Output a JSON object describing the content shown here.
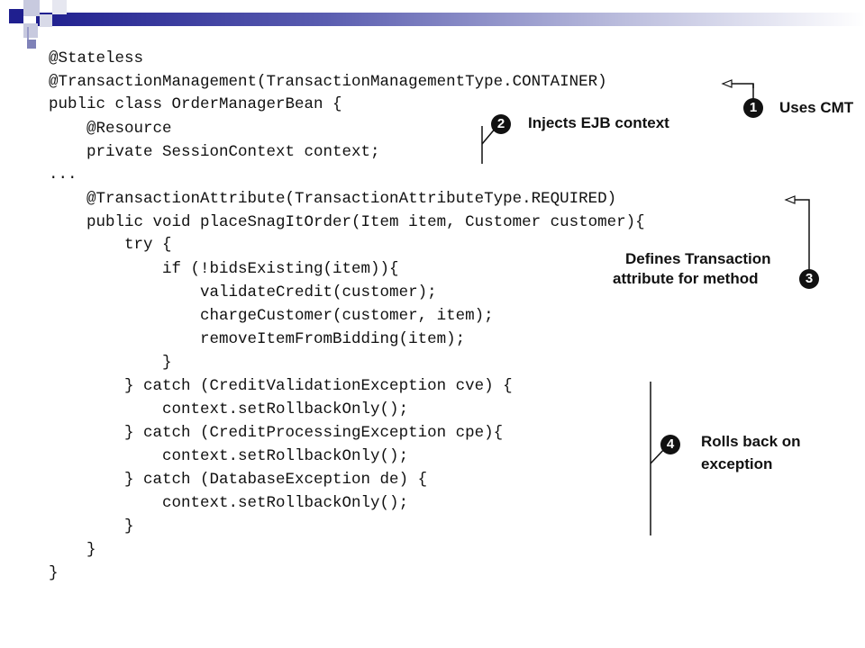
{
  "code": {
    "lines": [
      "@Stateless",
      "@TransactionManagement(TransactionManagementType.CONTAINER)",
      "public class OrderManagerBean {",
      "    @Resource",
      "    private SessionContext context;",
      "...",
      "    @TransactionAttribute(TransactionAttributeType.REQUIRED)",
      "    public void placeSnagItOrder(Item item, Customer customer){",
      "        try {",
      "            if (!bidsExisting(item)){",
      "                validateCredit(customer);",
      "                chargeCustomer(customer, item);",
      "                removeItemFromBidding(item);",
      "            }",
      "        } catch (CreditValidationException cve) {",
      "            context.setRollbackOnly();",
      "        } catch (CreditProcessingException cpe){",
      "            context.setRollbackOnly();",
      "        } catch (DatabaseException de) {",
      "            context.setRollbackOnly();",
      "        }",
      "    }",
      "}"
    ]
  },
  "annotations": [
    {
      "number": "1",
      "text": "Uses CMT"
    },
    {
      "number": "2",
      "text": "Injects EJB context"
    },
    {
      "number": "3",
      "lines": [
        "Defines Transaction",
        "attribute for method"
      ]
    },
    {
      "number": "4",
      "lines": [
        "Rolls back on",
        "exception"
      ]
    }
  ]
}
